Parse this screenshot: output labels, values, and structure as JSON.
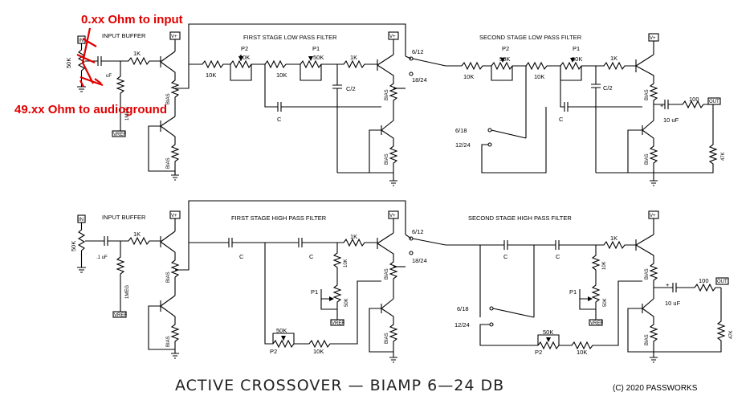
{
  "annotations": {
    "top": "0.xx Ohm to input",
    "bottom": "49.xx Ohm to audioground"
  },
  "sections": {
    "input_buffer": "INPUT BUFFER",
    "lp1": "FIRST STAGE LOW PASS FILTER",
    "lp2": "SECOND STAGE LOW PASS FILTER",
    "hp1": "FIRST STAGE HIGH PASS FILTER",
    "hp2": "SECOND STAGE HIGH PASS FILTER"
  },
  "labels": {
    "in": "IN",
    "out": "OUT",
    "vplus": "V+",
    "vref": "VREF",
    "bias": "BIAS",
    "r50k": "50K",
    "r1k": "1K",
    "r10k": "10K",
    "r100": "100",
    "r47k": "47K",
    "r1meg": "1MEG",
    "p1": "P1",
    "p2": "P2",
    "c": "C",
    "c2": "C/2",
    "cin": ".1 uF",
    "cin_top": "uF",
    "cout": "10 uF",
    "plus": "+",
    "sw_612": "6/12",
    "sw_1824": "18/24",
    "sw_618": "6/18",
    "sw_1224": "12/24"
  },
  "footer": {
    "title": "ACTIVE CROSSOVER — BIAMP 6—24 DB",
    "copyright": "(C) 2020 PASSWORKS"
  }
}
